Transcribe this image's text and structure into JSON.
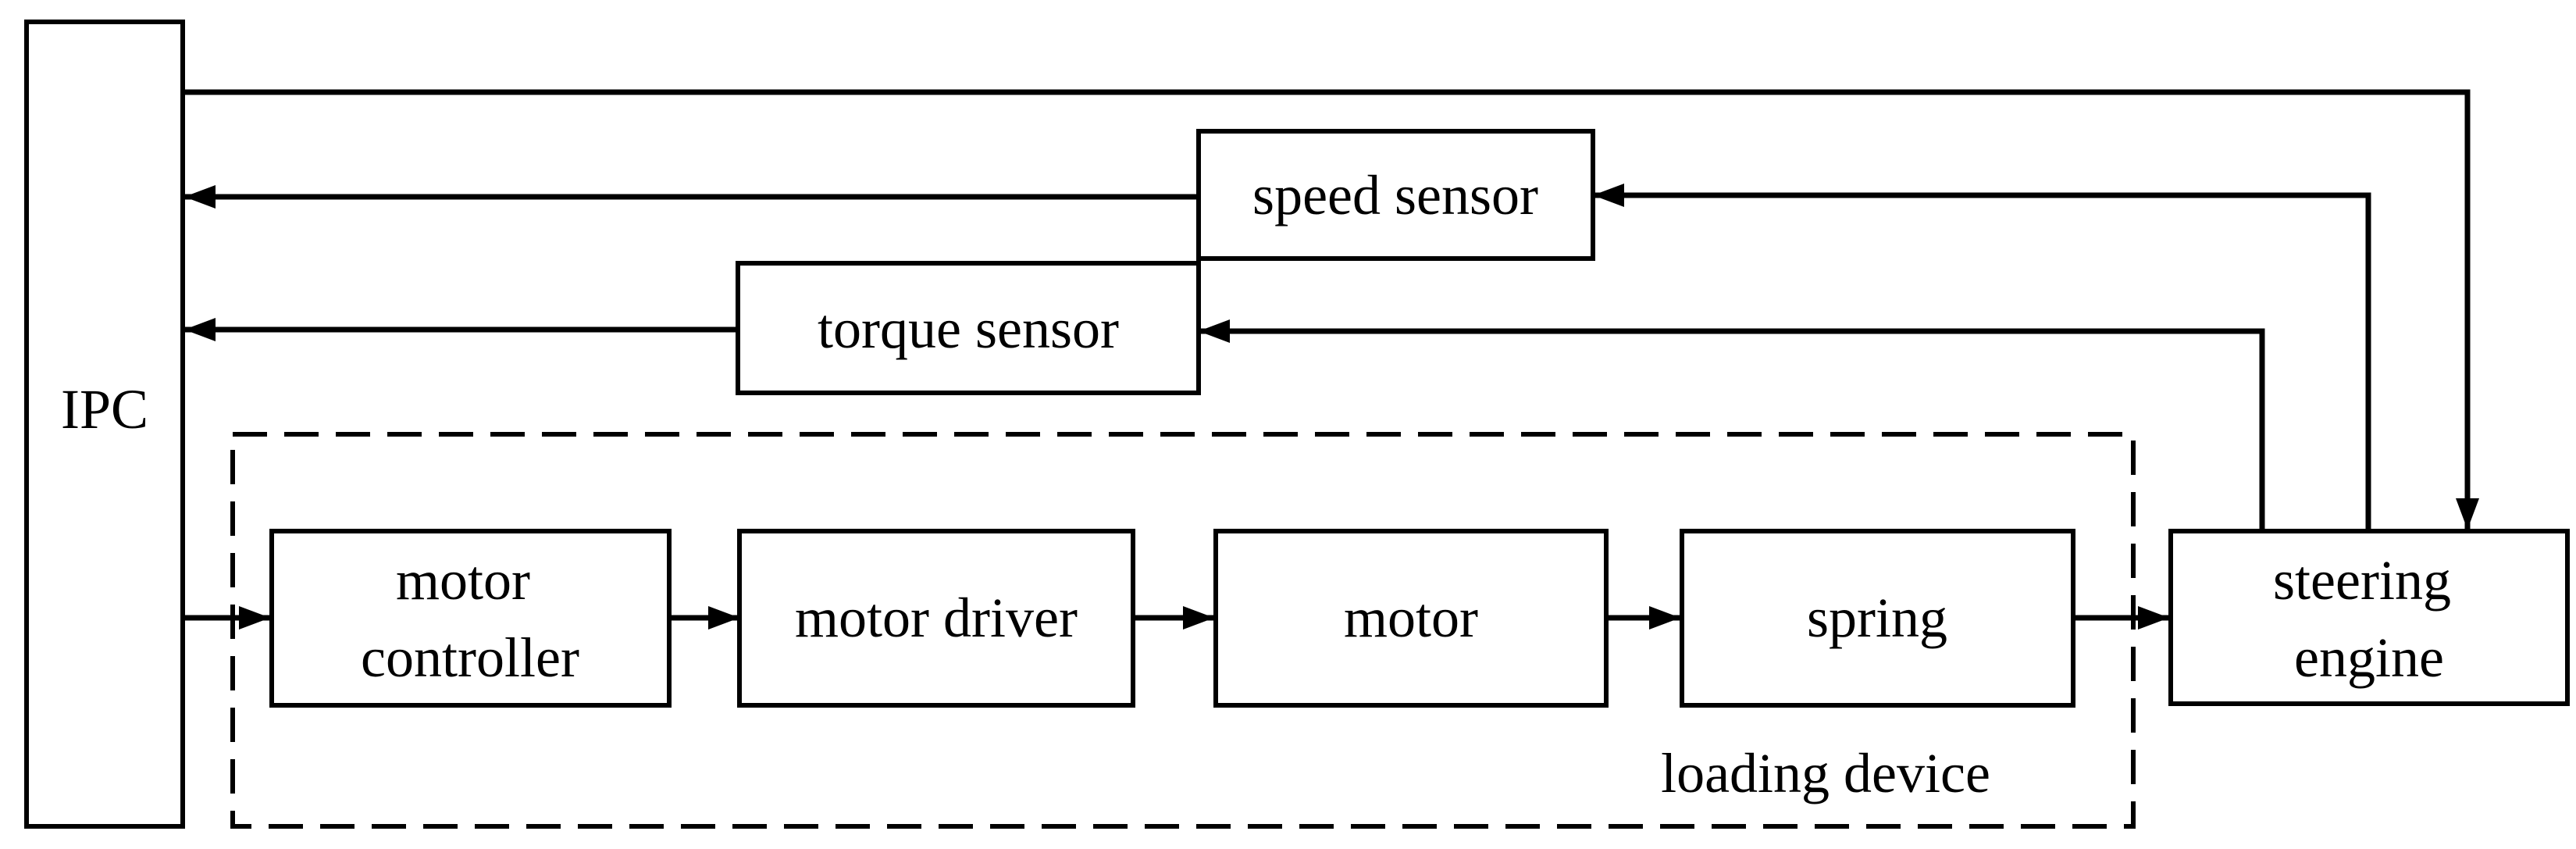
{
  "diagram": {
    "ipc": "IPC",
    "speed_sensor": "speed sensor",
    "torque_sensor": "torque sensor",
    "motor_controller": [
      "motor",
      "controller"
    ],
    "motor_driver": "motor driver",
    "motor": "motor",
    "spring": "spring",
    "steering_engine": [
      "steering",
      "engine"
    ],
    "loading_device": "loading device"
  }
}
